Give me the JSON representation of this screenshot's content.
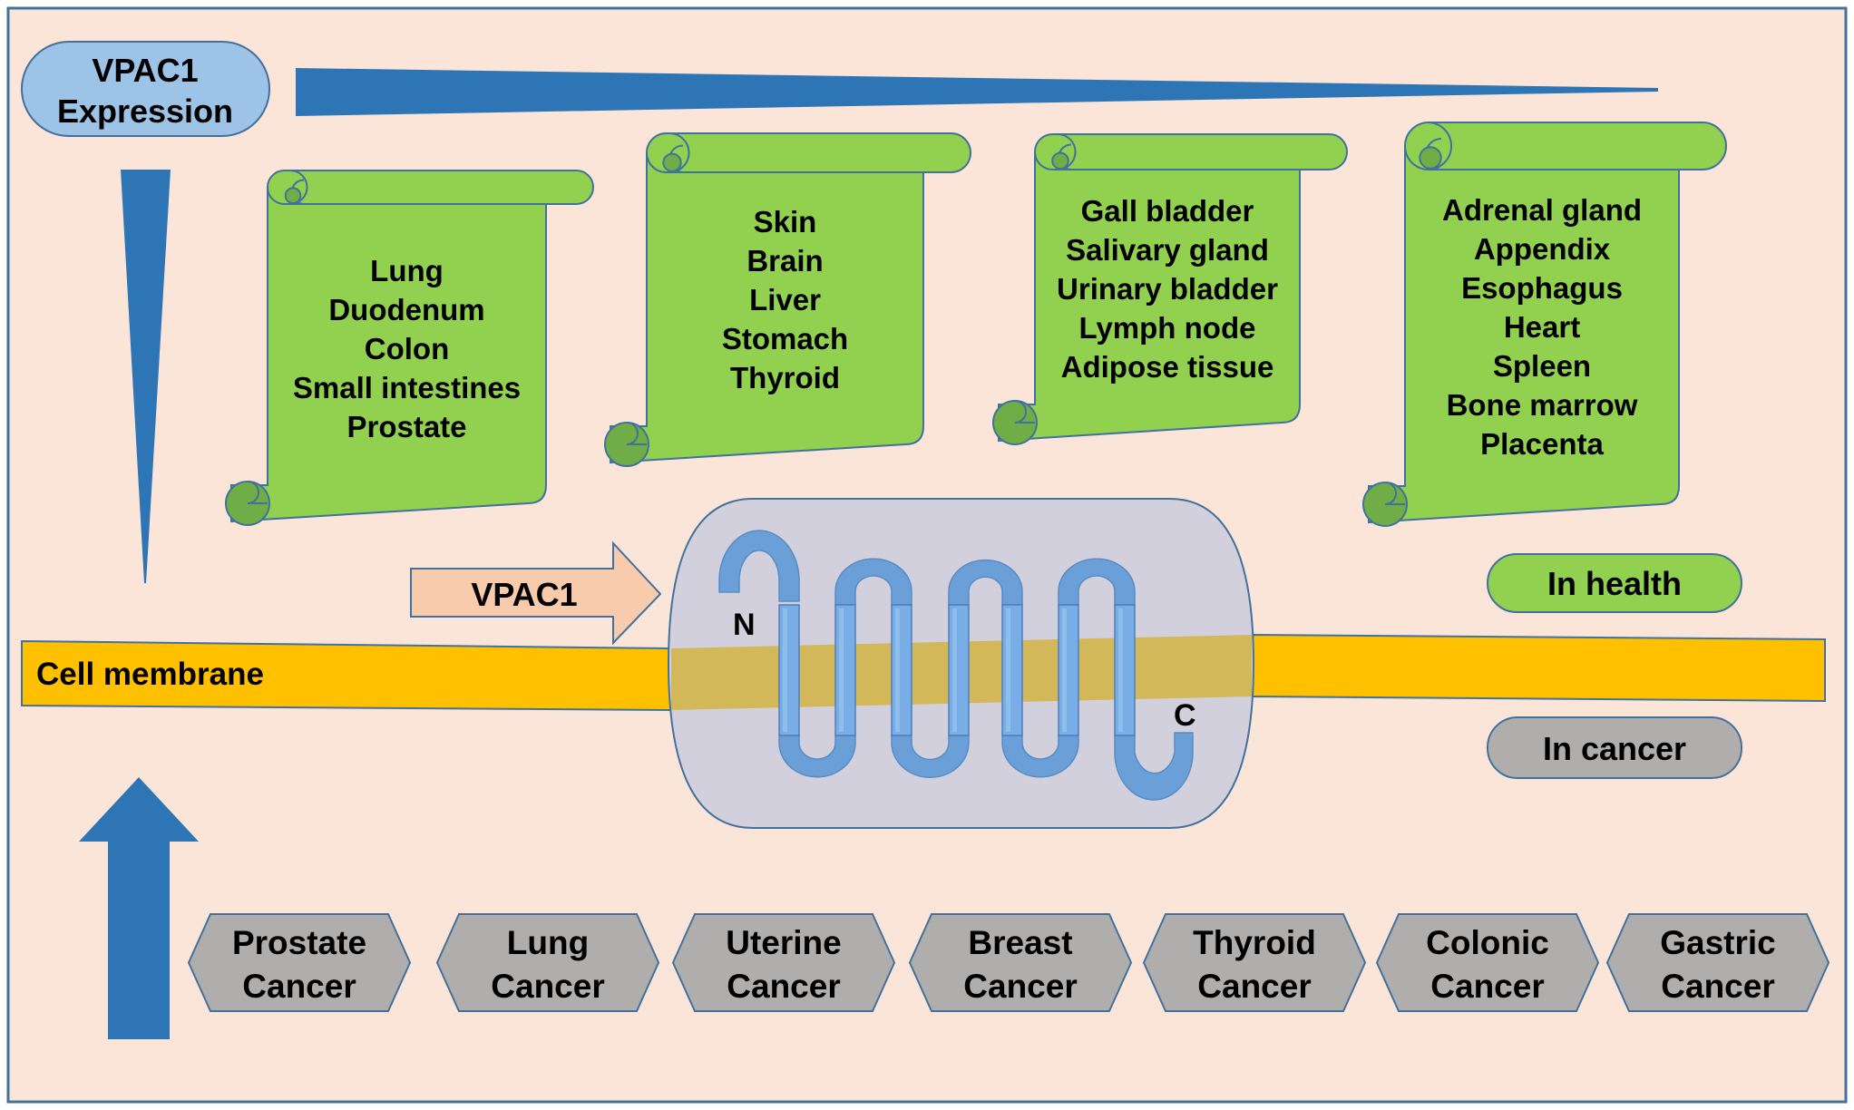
{
  "colors": {
    "background": "#fbe5d8",
    "frame_border": "#41719c",
    "wedge_blue": "#2e75b6",
    "pill_blue": "#9dc3e6",
    "scroll_green": "#92d050",
    "scroll_curl": "#70ad47",
    "scroll_stroke": "#41719c",
    "membrane": "#ffc000",
    "membrane_overlap": "#d2b858",
    "capsule": "#d2d0dc",
    "protein": "#6a9fd8",
    "protein_helix": "#78aee5",
    "arrow_peach": "#f8cbad",
    "health_green": "#92d050",
    "cancer_gray": "#b0aead"
  },
  "expression_label": {
    "line1": "VPAC1",
    "line2": "Expression"
  },
  "tissue_scrolls": [
    {
      "items": [
        "Lung",
        "Duodenum",
        "Colon",
        "Small intestines",
        "Prostate"
      ]
    },
    {
      "items": [
        "Skin",
        "Brain",
        "Liver",
        "Stomach",
        "Thyroid"
      ]
    },
    {
      "items": [
        "Gall bladder",
        "Salivary gland",
        "Urinary bladder",
        "Lymph node",
        "Adipose tissue"
      ]
    },
    {
      "items": [
        "Adrenal gland",
        "Appendix",
        "Esophagus",
        "Heart",
        "Spleen",
        "Bone marrow",
        "Placenta"
      ]
    }
  ],
  "receptor_arrow_label": "VPAC1",
  "membrane_label": "Cell membrane",
  "terminus_labels": {
    "n": "N",
    "c": "C"
  },
  "legend": {
    "health": "In health",
    "cancer": "In cancer"
  },
  "cancers": [
    {
      "line1": "Prostate",
      "line2": "Cancer"
    },
    {
      "line1": "Lung",
      "line2": "Cancer"
    },
    {
      "line1": "Uterine",
      "line2": "Cancer"
    },
    {
      "line1": "Breast",
      "line2": "Cancer"
    },
    {
      "line1": "Thyroid",
      "line2": "Cancer"
    },
    {
      "line1": "Colonic",
      "line2": "Cancer"
    },
    {
      "line1": "Gastric",
      "line2": "Cancer"
    }
  ],
  "icons": {
    "expression_gradient_horizontal": "wedge-decreasing-icon",
    "expression_gradient_vertical": "wedge-decreasing-icon",
    "cancer_increase": "arrow-up-icon",
    "receptor_pointer": "arrow-right-icon"
  }
}
